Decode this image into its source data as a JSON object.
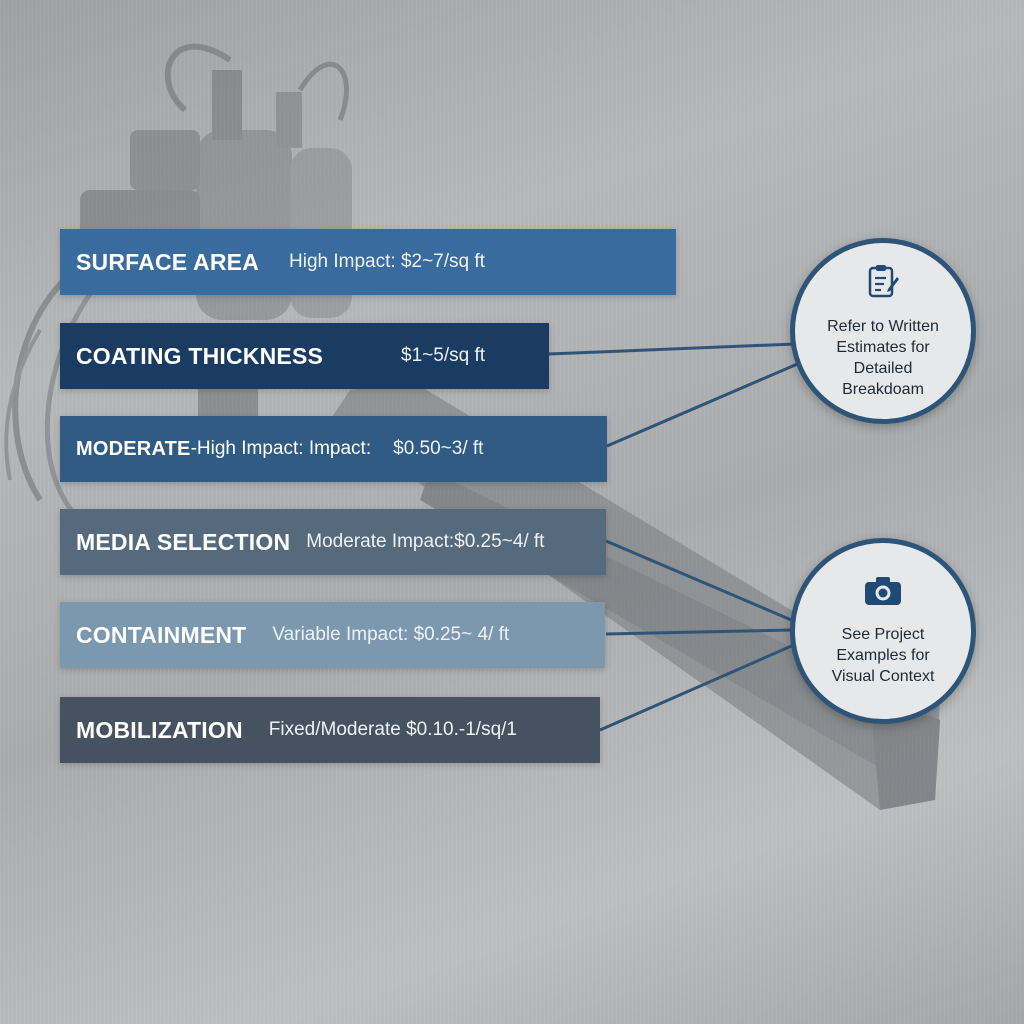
{
  "rows": [
    {
      "label": "SURFACE AREA",
      "impact": "High Impact: $2~7/sq ft"
    },
    {
      "label": "COATING THICKNESS",
      "impact": "$1~5/sq ft"
    },
    {
      "label": "MODERATE",
      "label_suffix": "-High Impact: Impact:",
      "impact": "$0.50~3/ ft"
    },
    {
      "label": "MEDIA SELECTION",
      "impact": "Moderate Impact:$0.25~4/ ft"
    },
    {
      "label": "CONTAINMENT",
      "impact": "Variable Impact: $0.25~ 4/ ft"
    },
    {
      "label": "MOBILIZATION",
      "impact": "Fixed/Moderate  $0.10.-1/sq/1"
    }
  ],
  "callouts": [
    {
      "text": "Refer to Written Estimates for Detailed Breakdoam",
      "icon": "clipboard-icon"
    },
    {
      "text": "See Project Examples for Visual Context",
      "icon": "camera-icon"
    }
  ],
  "colors": {
    "row1": "#3a6b9f",
    "row2": "#1b3c62",
    "row3": "#2f5b85",
    "row4": "#566a7e",
    "row5": "#7b98ae",
    "row6": "#46525f",
    "connector": "#2e5478",
    "bubble_bg": "#e6e8ea"
  }
}
